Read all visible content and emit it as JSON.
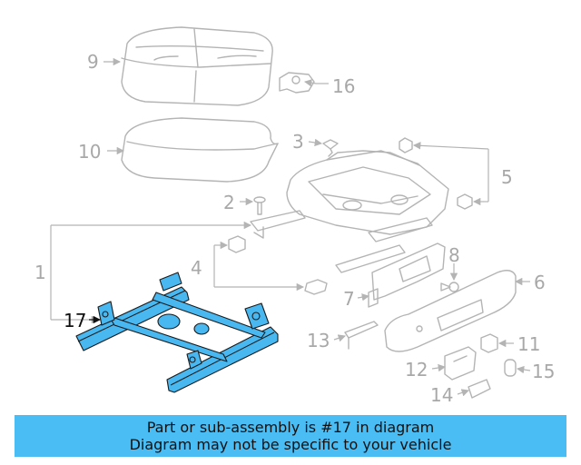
{
  "diagram": {
    "highlighted_part": "17",
    "callouts": {
      "c1": "1",
      "c2": "2",
      "c3": "3",
      "c4": "4",
      "c5": "5",
      "c6": "6",
      "c7": "7",
      "c8": "8",
      "c9": "9",
      "c10": "10",
      "c11": "11",
      "c12": "12",
      "c13": "13",
      "c14": "14",
      "c15": "15",
      "c16": "16",
      "c17": "17"
    },
    "colors": {
      "highlight": "#49b8f0",
      "parts": "#b4b4b4",
      "banner": "#49bdf4"
    }
  },
  "banner": {
    "line1": "Part or sub-assembly is #17 in diagram",
    "line2": "Diagram may not be specific to your vehicle"
  }
}
